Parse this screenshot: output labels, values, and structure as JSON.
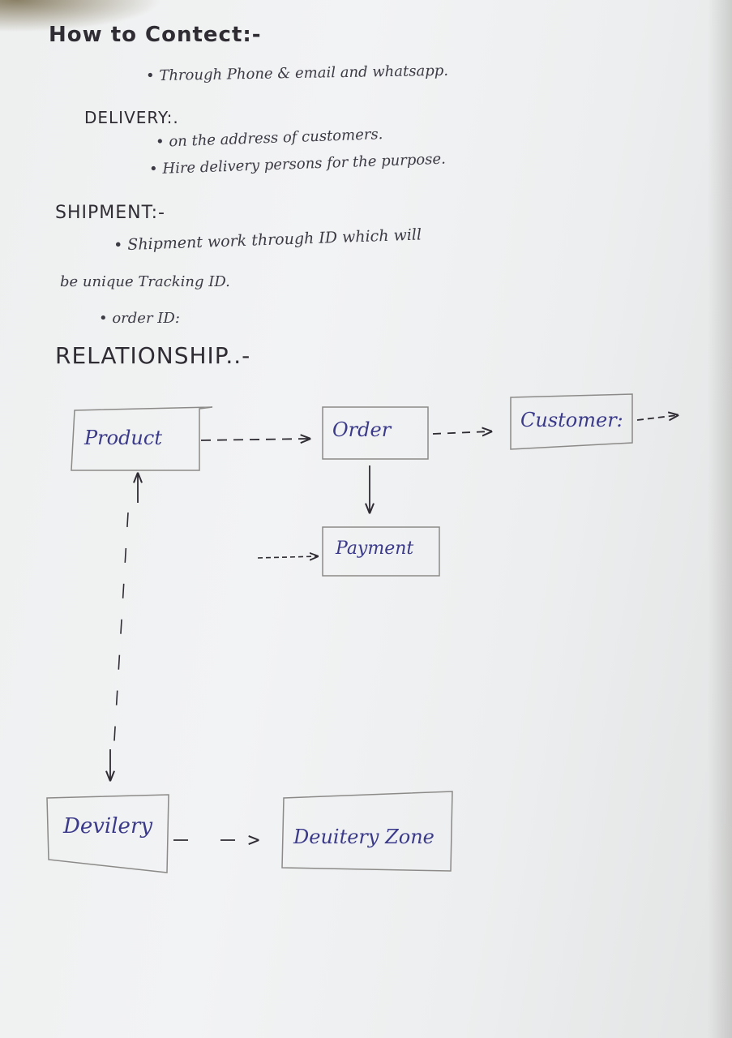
{
  "notes": {
    "contact_heading": "How to Contect:-",
    "contact_item": "• Through Phone & email and whatsapp.",
    "delivery_heading": "DELIVERY:.",
    "delivery_item_1": "• on the address of customers.",
    "delivery_item_2": "• Hire delivery persons for the purpose.",
    "shipment_heading": "SHIPMENT:-",
    "shipment_item_line1": "• Shipment work through ID which will",
    "shipment_item_line2": "be unique Tracking ID.",
    "shipment_item_2": "• order ID:",
    "relationship_heading": "RELATIONSHIP..-"
  },
  "diagram": {
    "nodes": {
      "product": "Product",
      "order": "Order",
      "customer": "Customer:",
      "payment": "Payment",
      "delivery": "Devilery",
      "delivery_zone": "Deuitery Zone"
    }
  },
  "colors": {
    "pencil": "#3c3a44",
    "pen_blue": "#3b3a8a",
    "box_line": "#8c8a88"
  }
}
